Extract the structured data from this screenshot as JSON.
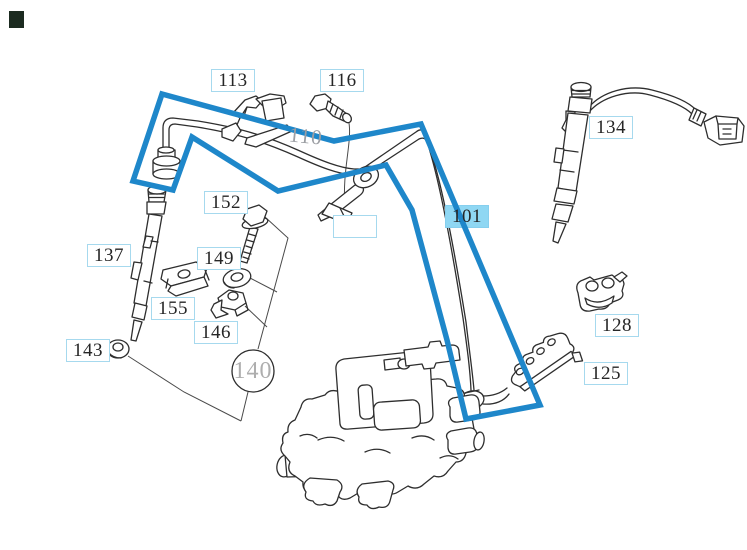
{
  "page": {
    "type": "parts-diagram",
    "description": "Exploded parts diagram of fuel injection lines, injectors and injection pump",
    "background_color": "#ffffff"
  },
  "diagram": {
    "highlighted_part": "101",
    "highlight_band_color": "#1e87ca",
    "selected_label_bg": "#8fd7f3",
    "label_border_color": "#a6d9ee",
    "label_text_color": "#262626",
    "muted_label_color": "#9b9ea3",
    "line_art_color": "#2e2e2e"
  },
  "part_labels": {
    "p113": "113",
    "p116": "116",
    "p134": "134",
    "p152": "152",
    "p137": "137",
    "p149": "149",
    "p155": "155",
    "p146": "146",
    "p143": "143",
    "p128": "128",
    "p125": "125",
    "p101": "101",
    "p110": "110",
    "p140": "140"
  }
}
